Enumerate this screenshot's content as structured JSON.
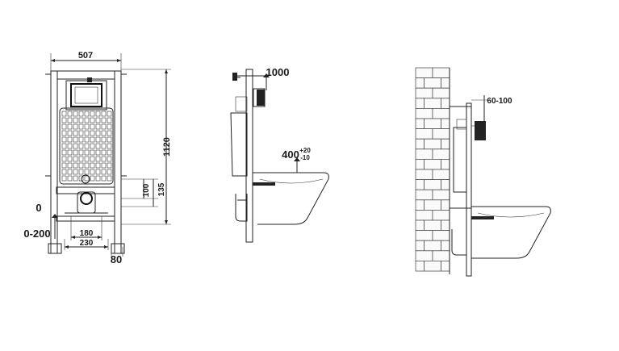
{
  "front_view": {
    "width_label": "507",
    "height_label": "1120",
    "dim_135": "135",
    "dim_100": "100",
    "dim_0": "0",
    "dim_0_200": "0-200",
    "dim_180": "180",
    "dim_230": "230",
    "dim_80": "80"
  },
  "side_view": {
    "button_height": "1000",
    "bowl_height": "400",
    "tol_plus": "+20",
    "tol_minus": "-10"
  },
  "wall_view": {
    "depth_range": "60-100"
  },
  "colors": {
    "line": "#222222",
    "background": "#ffffff"
  }
}
